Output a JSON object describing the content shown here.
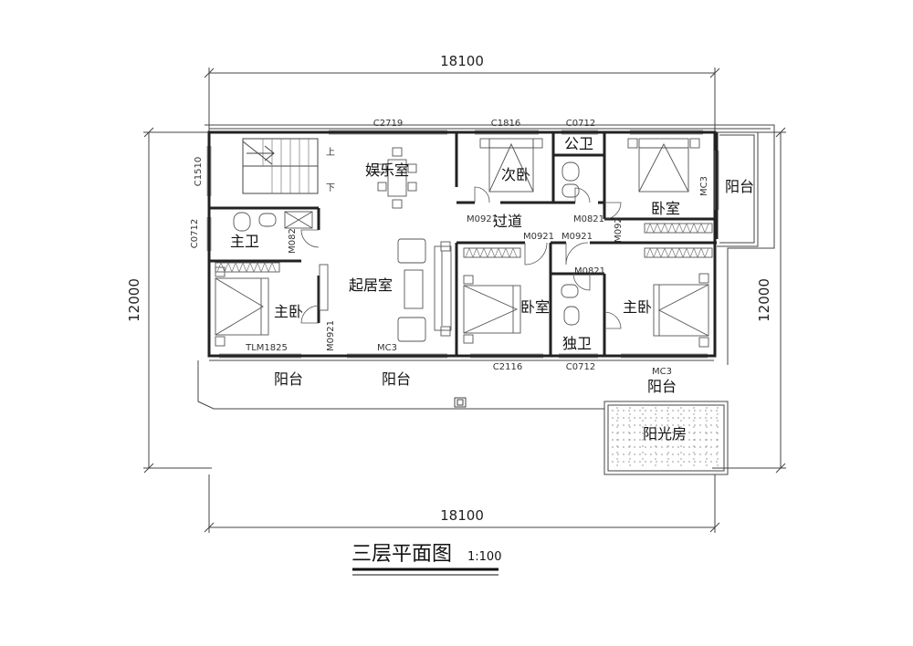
{
  "dimensions": {
    "top_width": "18100",
    "bottom_width": "18100",
    "left_height": "12000",
    "right_height": "12000"
  },
  "rooms": {
    "entertainment": "娱乐室",
    "second_bedroom": "次卧",
    "public_bath": "公卫",
    "bedroom_ne": "卧室",
    "balcony_east": "阳台",
    "master_bath": "主卫",
    "corridor": "过道",
    "living_room": "起居室",
    "master_bedroom_w": "主卧",
    "bedroom_mid": "卧室",
    "master_bedroom_e": "主卧",
    "private_bath": "独卫",
    "balcony_1": "阳台",
    "balcony_2": "阳台",
    "balcony_3": "阳台",
    "sunroom": "阳光房"
  },
  "codes": {
    "c2719": "C2719",
    "c1816": "C1816",
    "c0712_top": "C0712",
    "c1510": "C1510",
    "c0712_left": "C0712",
    "m0921_a": "M0921",
    "m0821_a": "M0821",
    "m092_partial": "M092",
    "mc3_east": "MC3",
    "m082": "M082",
    "m0921_b": "M0921",
    "m0921_c": "M0921",
    "m0821_b": "M0821",
    "m0921_d": "M0921",
    "tlm1825": "TLM1825",
    "mc3_south": "MC3",
    "c2116": "C2116",
    "c0712_bottom": "C0712",
    "mc3_bottom_right": "MC3"
  },
  "stair": {
    "up": "上",
    "down": "下"
  },
  "title": {
    "name": "三层平面图",
    "scale": "1:100"
  }
}
